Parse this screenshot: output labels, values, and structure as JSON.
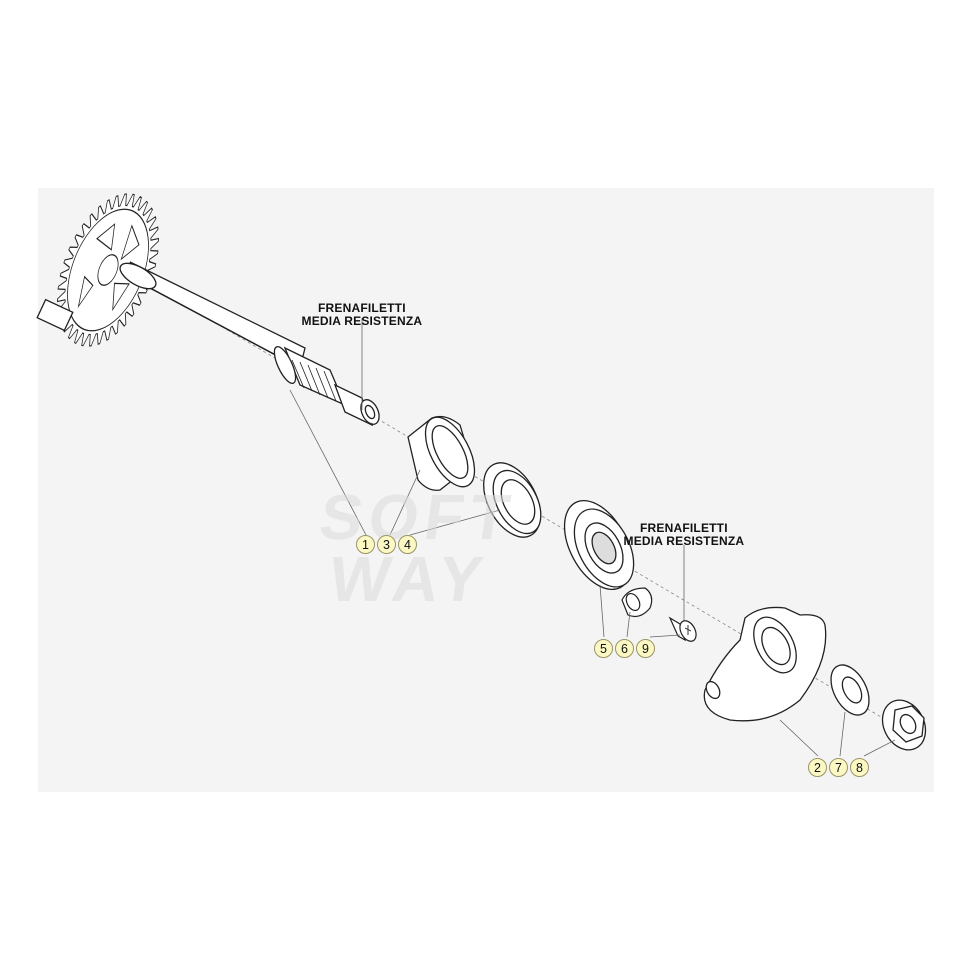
{
  "watermark": {
    "line1": "SOFT",
    "line2": "WAY"
  },
  "notes": [
    {
      "line1": "FRENAFILETTI",
      "line2": "MEDIA RESISTENZA"
    },
    {
      "line1": "FRENAFILETTI",
      "line2": "MEDIA RESISTENZA"
    }
  ],
  "callouts": {
    "group_a": [
      "1",
      "3",
      "4"
    ],
    "group_b": [
      "5",
      "6",
      "9"
    ],
    "group_c": [
      "2",
      "7",
      "8"
    ]
  },
  "colors": {
    "badge_fill": "#fbf8c4",
    "line": "#222222",
    "panel": "#f4f4f4"
  }
}
